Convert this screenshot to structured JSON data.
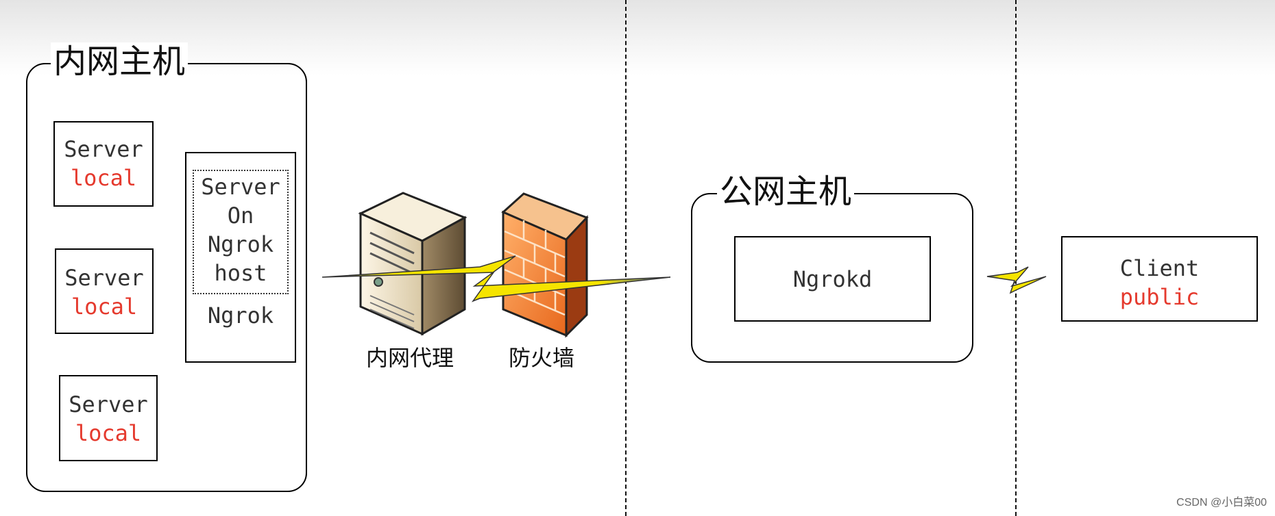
{
  "intranet_group": {
    "title": "内网主机",
    "servers": [
      {
        "name": "Server",
        "scope": "local"
      },
      {
        "name": "Server",
        "scope": "local"
      },
      {
        "name": "Server",
        "scope": "local"
      }
    ],
    "ngrok_box": {
      "inner_lines": [
        "Server",
        "On",
        "Ngrok",
        "host"
      ],
      "label": "Ngrok"
    }
  },
  "proxy_label": "内网代理",
  "firewall_label": "防火墙",
  "public_group": {
    "title": "公网主机",
    "server_label": "Ngrokd"
  },
  "client": {
    "name": "Client",
    "scope": "public"
  },
  "watermark": "CSDN @小白菜00",
  "colors": {
    "local_text": "#e53a2e",
    "lightning": "#f5e400",
    "firewall": "#f08a3a"
  }
}
